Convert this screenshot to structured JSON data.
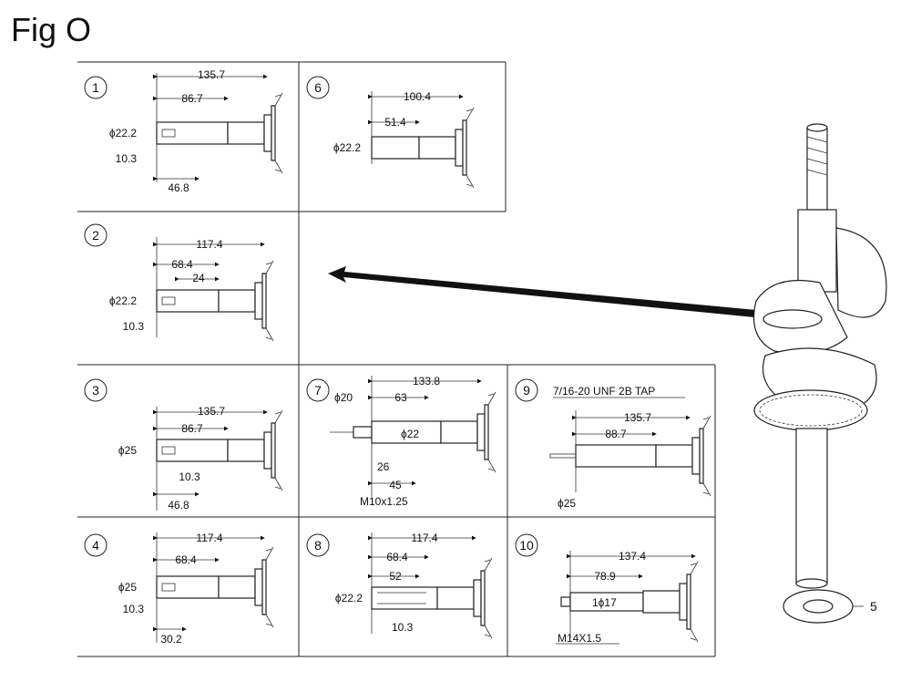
{
  "figure_title": "Fig O",
  "callout_5": "5",
  "panels": {
    "p1": {
      "num": "1",
      "d1": "135.7",
      "d2": "86.7",
      "dia": "ϕ22.2",
      "d3": "10.3",
      "d4": "46.8"
    },
    "p6": {
      "num": "6",
      "d1": "100.4",
      "d2": "51.4",
      "dia": "ϕ22.2"
    },
    "p2": {
      "num": "2",
      "d1": "117.4",
      "d2": "68.4",
      "d3": "24",
      "dia": "ϕ22.2",
      "d4": "10.3"
    },
    "p3": {
      "num": "3",
      "d1": "135.7",
      "d2": "86.7",
      "dia": "ϕ25",
      "d3": "10.3",
      "d4": "46.8"
    },
    "p7": {
      "num": "7",
      "d1": "133.8",
      "dia20": "ϕ20",
      "d2": "63",
      "dia22": "ϕ22",
      "d3": "26",
      "d4": "45",
      "thread": "M10x1.25"
    },
    "p9": {
      "num": "9",
      "tap": "7/16-20 UNF 2B TAP",
      "d1": "135.7",
      "d2": "88.7",
      "dia": "ϕ25"
    },
    "p4": {
      "num": "4",
      "d1": "117.4",
      "d2": "68.4",
      "dia": "ϕ25",
      "d3": "10.3",
      "d4": "30.2"
    },
    "p8": {
      "num": "8",
      "d1": "117.4",
      "d2": "68.4",
      "d3": "52",
      "dia": "ϕ22.2",
      "d4": "10.3"
    },
    "p10": {
      "num": "10",
      "d1": "137.4",
      "d2": "78.9",
      "dia": "1ϕ17",
      "thread": "M14X1.5"
    }
  }
}
